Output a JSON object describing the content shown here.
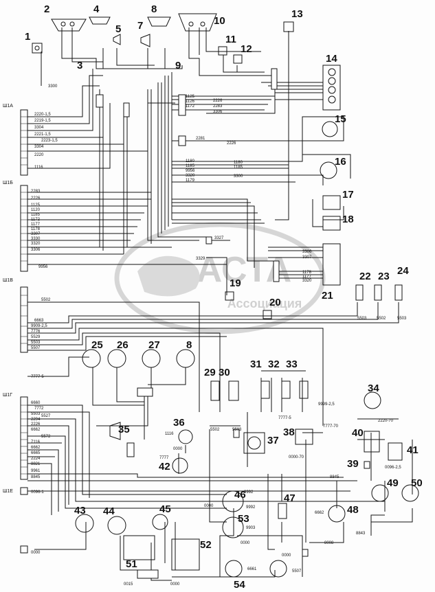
{
  "watermark": {
    "title": "АСТА",
    "subtitle": "Ассоциация"
  },
  "connectors": [
    "Ш1А",
    "Ш1Б",
    "Ш1В",
    "Ш1Г",
    "Ш1Е"
  ],
  "callouts": [
    "1",
    "2",
    "3",
    "4",
    "5",
    "7",
    "8",
    "9",
    "10",
    "11",
    "12",
    "13",
    "14",
    "15",
    "16",
    "17",
    "18",
    "19",
    "20",
    "21",
    "22",
    "23",
    "24",
    "25",
    "26",
    "27",
    "8",
    "29",
    "30",
    "31",
    "32",
    "33",
    "34",
    "35",
    "36",
    "37",
    "38",
    "39",
    "40",
    "41",
    "42",
    "43",
    "44",
    "45",
    "46",
    "47",
    "48",
    "49",
    "50",
    "51",
    "52",
    "53",
    "54"
  ],
  "wire_labels": [
    "3300",
    "2220-1,5",
    "2219-1,5",
    "3304",
    "2221-1,5",
    "2223-1,5",
    "3304",
    "2220",
    "1116",
    "2283",
    "2226",
    "1125",
    "1120",
    "1185",
    "1172",
    "1177",
    "1178",
    "3307",
    "3330",
    "3320",
    "3306",
    "9956",
    "1125",
    "1126",
    "1172",
    "2226",
    "2283",
    "3306",
    "2281",
    "2226",
    "1180",
    "1185",
    "9956",
    "3320",
    "1179",
    "1180",
    "1185",
    "3300",
    "1178",
    "1177",
    "3320",
    "3306",
    "3307",
    "3327",
    "3329",
    "5502",
    "5503",
    "5502",
    "5503",
    "6663",
    "9909-2,5",
    "7776",
    "5529",
    "5503",
    "5507",
    "7777-5",
    "6660",
    "7772",
    "5503",
    "5527",
    "2294",
    "2226",
    "6662",
    "5572",
    "7116",
    "6662",
    "6665",
    "2224",
    "8821",
    "9961",
    "8845",
    "0096-1",
    "1116",
    "0000",
    "7777",
    "5502",
    "5503",
    "7777-5",
    "7777-70",
    "0000-70",
    "2220-70",
    "9999-2,5",
    "8845",
    "0096-2,5",
    "9992",
    "0000",
    "6662",
    "8008",
    "0000",
    "9903",
    "9992",
    "8843",
    "6661",
    "0000",
    "5507",
    "0015",
    "0000",
    "0000"
  ]
}
